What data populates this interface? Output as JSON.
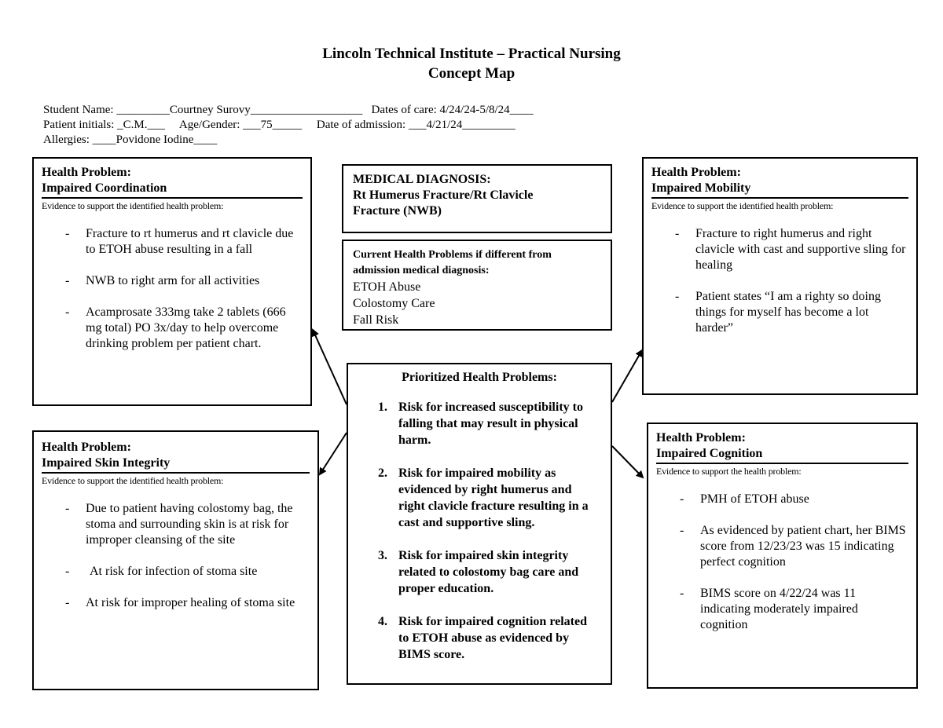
{
  "header": {
    "title_line1": "Lincoln Technical Institute – Practical Nursing",
    "title_line2": "Concept Map"
  },
  "info": {
    "line1": "Student Name: _________Courtney Surovy___________________   Dates of care: 4/24/24-5/8/24____",
    "line2": "Patient initials: _C.M.___     Age/Gender: ___75_____     Date of admission: ___4/21/24_________",
    "line3": "Allergies: ____Povidone Iodine____"
  },
  "medical_diagnosis": {
    "title": "MEDICAL DIAGNOSIS:",
    "line1": "Rt Humerus Fracture/Rt Clavicle",
    "line2": "Fracture (NWB)"
  },
  "current_problems": {
    "title_line1": "Current Health Problems if different from",
    "title_line2": "admission medical diagnosis:",
    "items": [
      "ETOH Abuse",
      "Colostomy Care",
      "Fall Risk"
    ]
  },
  "prioritized": {
    "heading": "Prioritized Health Problems:",
    "items": [
      {
        "num": "1.",
        "text": "Risk for increased susceptibility to falling that may result in physical harm."
      },
      {
        "num": "2.",
        "text": "Risk for impaired mobility as evidenced by right humerus and right clavicle fracture resulting in a cast and supportive sling."
      },
      {
        "num": "3.",
        "text": "Risk for impaired skin integrity related to colostomy bag care and proper education."
      },
      {
        "num": "4.",
        "text": "Risk for impaired cognition related to ETOH abuse as evidenced by BIMS score."
      }
    ]
  },
  "coordination": {
    "label": "Health Problem:",
    "name": "Impaired Coordination",
    "evidence": "Evidence to support the identified health problem:",
    "items": [
      "Fracture to rt humerus and rt clavicle due to ETOH abuse resulting in a fall",
      "NWB to right arm for all activities",
      "Acamprosate 333mg take 2 tablets (666 mg total) PO 3x/day to help overcome drinking problem per patient chart."
    ]
  },
  "skin": {
    "label": "Health Problem:",
    "name": "Impaired Skin Integrity",
    "evidence": "Evidence to support the identified health problem:",
    "items": [
      "Due to patient having colostomy bag, the stoma and surrounding skin is at risk for improper cleansing of the site",
      "At risk for infection of stoma site",
      "At risk for improper healing of stoma site"
    ]
  },
  "mobility": {
    "label": "Health Problem:",
    "name": "Impaired Mobility",
    "evidence": "Evidence to support the identified health problem:",
    "items": [
      "Fracture to right humerus and right clavicle with cast and supportive sling for healing",
      "Patient states “I am a righty so doing things for myself has become a lot harder”"
    ]
  },
  "cognition": {
    "label": "Health Problem:",
    "name": "Impaired Cognition",
    "evidence": "Evidence to support the health problem:",
    "items": [
      "PMH of ETOH abuse",
      "As evidenced by patient chart, her BIMS score from 12/23/23 was 15 indicating perfect cognition",
      "BIMS score on 4/22/24 was 11 indicating moderately impaired cognition"
    ]
  },
  "dash": "-"
}
